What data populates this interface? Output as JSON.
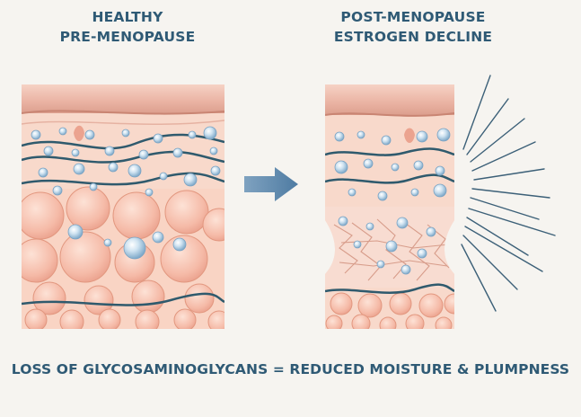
{
  "panels": {
    "left": {
      "title_line1": "HEALTHY",
      "title_line2": "PRE-MENOPAUSE"
    },
    "right": {
      "title_line1": "POST-MENOPAUSE",
      "title_line2": "ESTROGEN DECLINE"
    }
  },
  "caption": "LOSS OF GLYCOSAMINOGLYCANS = REDUCED MOISTURE & PLUMPNESS",
  "colors": {
    "text": "#2f5a75",
    "arrow": "#5e86a8",
    "epidermis": "#e9b3a3",
    "dermis": "#f8d7c8",
    "fat_cell": "#f2b09f",
    "fiber": "#2f5a6d",
    "droplet": "#a8cbe4",
    "background": "#f6f4f0"
  }
}
